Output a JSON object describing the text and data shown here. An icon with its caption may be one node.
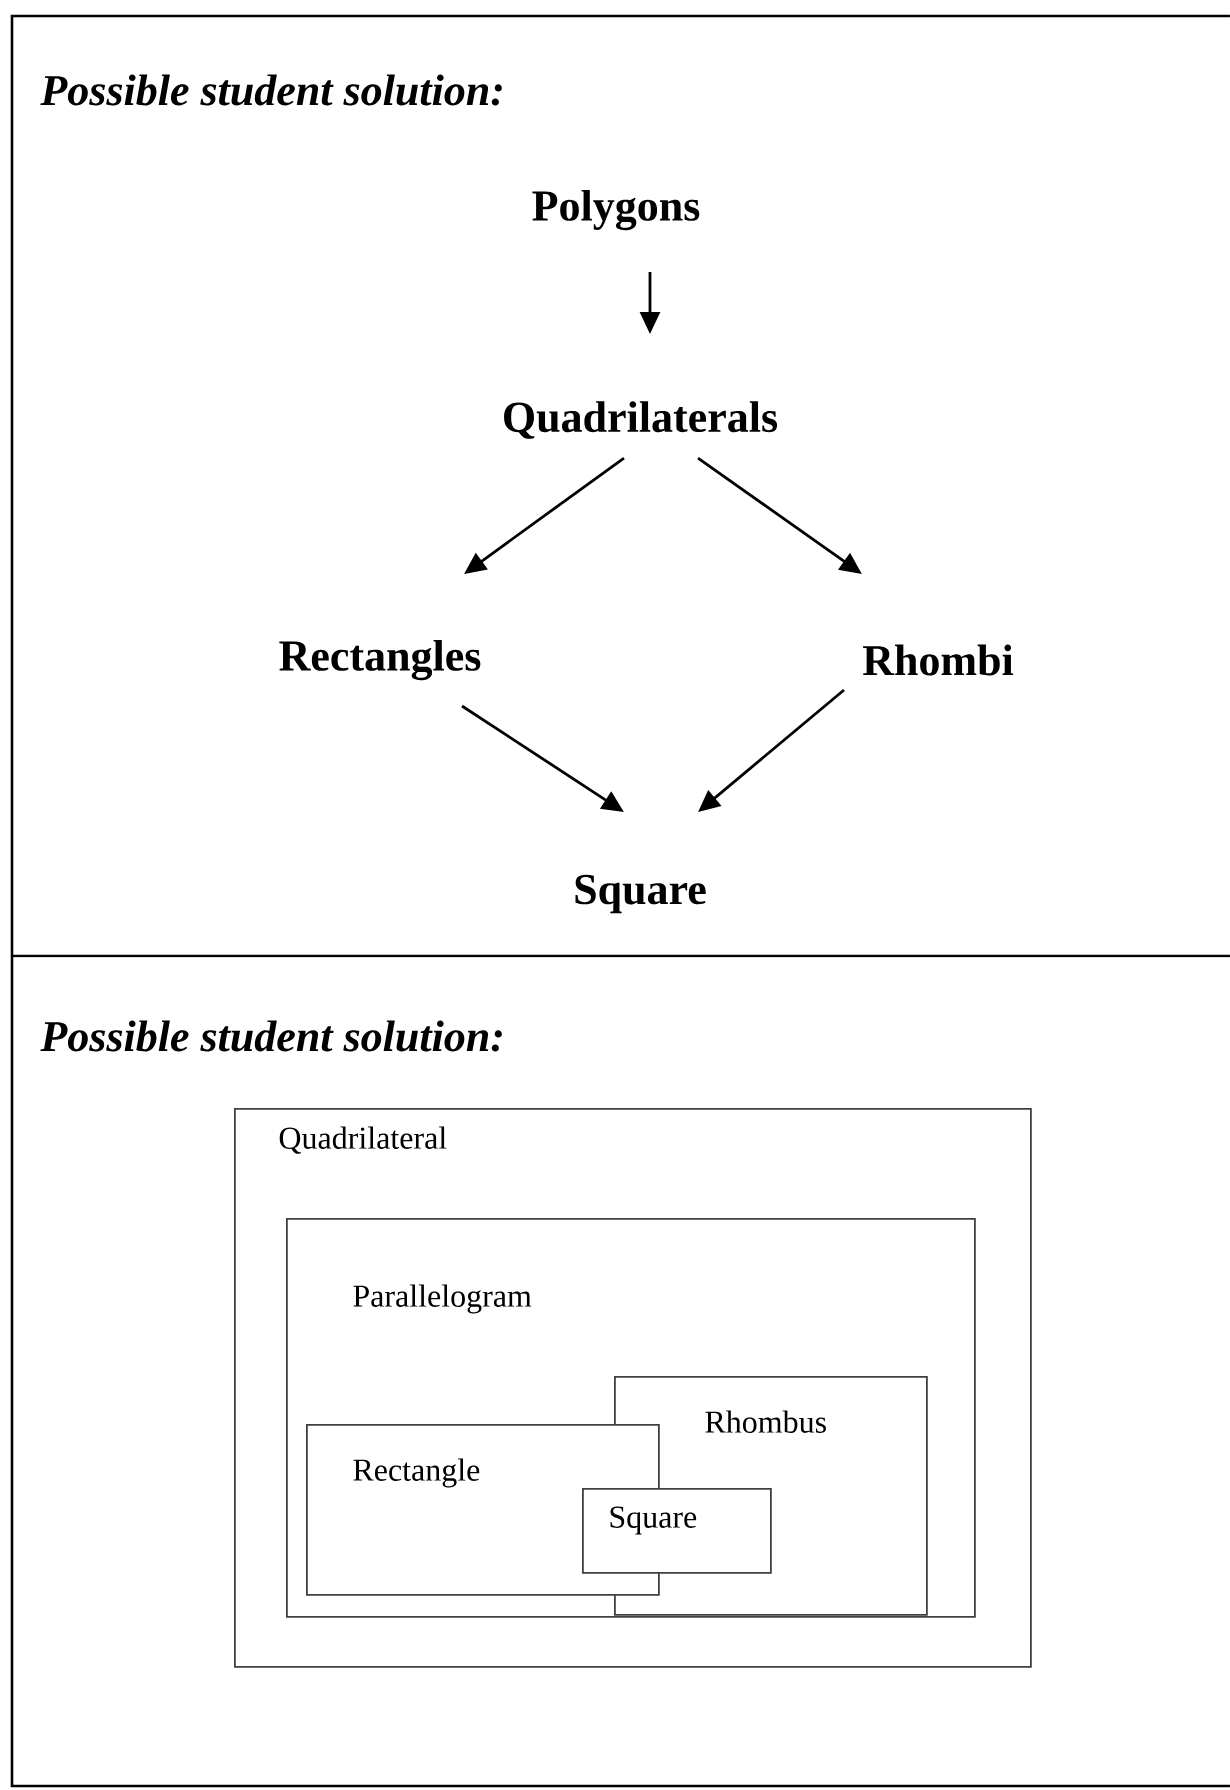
{
  "diagram": {
    "nodes": [
      {
        "text": [
          "Polygons"
        ]
      },
      {
        "text": [
          "Quadrilaterals"
        ]
      },
      {
        "text": [
          "Rectangles"
        ]
      },
      {
        "text": [
          "Rhombi"
        ]
      },
      {
        "text": [
          "Square"
        ]
      },
      {
        "text": [
          "Quadrilateral"
        ]
      },
      {
        "text": [
          "Parallelogram"
        ],
        "in": 5
      },
      {
        "text": [
          "Rhombus"
        ],
        "in": 6
      },
      {
        "text": [
          "Rectangle"
        ],
        "in": 6
      },
      {
        "text": [
          "Square"
        ],
        "in": 6
      }
    ],
    "edges": [
      {
        "from": 0,
        "to": 1,
        "arrow": "to"
      },
      {
        "from": 1,
        "to": 2,
        "arrow": "to"
      },
      {
        "from": 1,
        "to": 3,
        "arrow": "to"
      },
      {
        "from": 2,
        "to": 4,
        "arrow": "to"
      },
      {
        "from": 3,
        "to": 4,
        "arrow": "to"
      }
    ],
    "labels": [
      "Possible student solution:",
      "Possible student solution:"
    ]
  }
}
